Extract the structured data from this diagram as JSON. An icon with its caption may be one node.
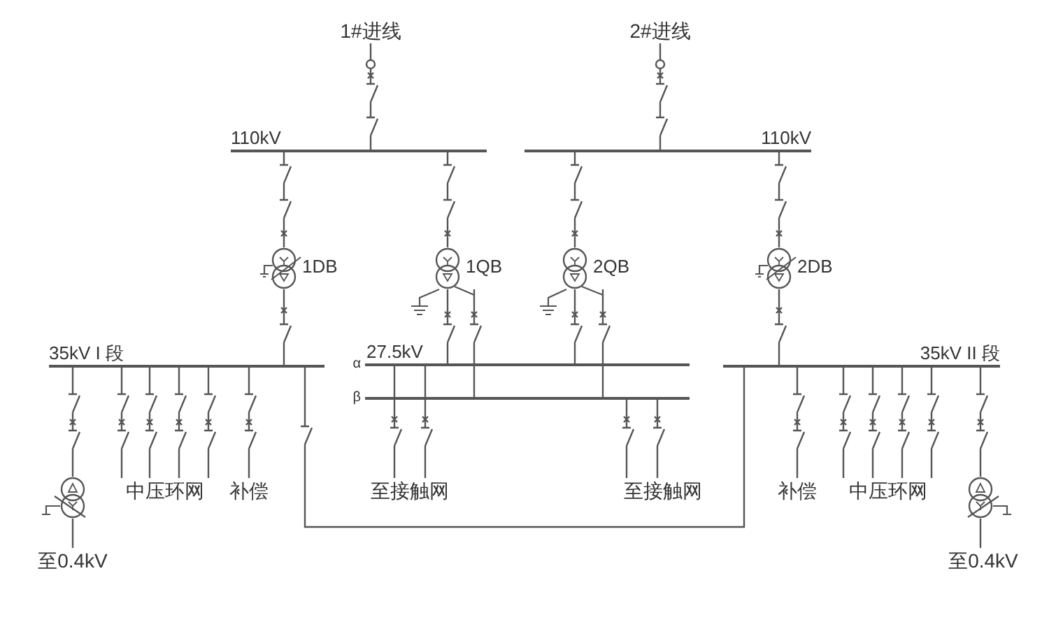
{
  "diagram": {
    "nodes": [
      {
        "text": [
          "1#进线"
        ]
      },
      {
        "text": [
          "2#进线"
        ]
      },
      {
        "text": [
          "110kV"
        ]
      },
      {
        "text": [
          "110kV"
        ]
      },
      {
        "text": [
          "1DB"
        ]
      },
      {
        "text": [
          "1QB"
        ]
      },
      {
        "text": [
          "2QB"
        ]
      },
      {
        "text": [
          "2DB"
        ]
      },
      {
        "text": [
          "35kV I 段"
        ]
      },
      {
        "text": [
          "α",
          "27.5kV"
        ]
      },
      {
        "text": [
          "β"
        ]
      },
      {
        "text": [
          "35kV II 段"
        ]
      },
      {
        "text": [],
        "shape": "circle"
      },
      {
        "text": [
          "至0.4kV"
        ]
      },
      {
        "text": [
          "中压环网"
        ]
      },
      {
        "text": [
          "补偿"
        ]
      },
      {
        "text": [
          "至接触网"
        ]
      },
      {
        "text": [
          "至接触网"
        ]
      },
      {
        "text": [
          "补偿"
        ]
      },
      {
        "text": [
          "中压环网"
        ]
      },
      {
        "text": [],
        "shape": "circle"
      },
      {
        "text": [
          "至0.4kV"
        ]
      }
    ],
    "edges": [
      {
        "from": 0,
        "to": 2,
        "arrow": "none"
      },
      {
        "from": 1,
        "to": 3,
        "arrow": "none"
      },
      {
        "from": 2,
        "to": 4,
        "arrow": "none"
      },
      {
        "from": 2,
        "to": 5,
        "arrow": "none"
      },
      {
        "from": 3,
        "to": 6,
        "arrow": "none"
      },
      {
        "from": 3,
        "to": 7,
        "arrow": "none"
      },
      {
        "from": 4,
        "to": 8,
        "arrow": "none"
      },
      {
        "from": 5,
        "to": 9,
        "arrow": "none"
      },
      {
        "from": 5,
        "to": 10,
        "arrow": "none"
      },
      {
        "from": 6,
        "to": 9,
        "arrow": "none"
      },
      {
        "from": 6,
        "to": 10,
        "arrow": "none"
      },
      {
        "from": 7,
        "to": 11,
        "arrow": "none"
      },
      {
        "from": 8,
        "to": 12,
        "arrow": "none"
      },
      {
        "from": 12,
        "to": 13,
        "arrow": "none"
      },
      {
        "from": 8,
        "to": 14,
        "arrow": "none"
      },
      {
        "from": 8,
        "to": 14,
        "arrow": "none"
      },
      {
        "from": 8,
        "to": 14,
        "arrow": "none"
      },
      {
        "from": 8,
        "to": 14,
        "arrow": "none"
      },
      {
        "from": 8,
        "to": 15,
        "arrow": "none"
      },
      {
        "from": 8,
        "to": 11,
        "arrow": "none"
      },
      {
        "from": 9,
        "to": 16,
        "arrow": "none"
      },
      {
        "from": 9,
        "to": 16,
        "arrow": "none"
      },
      {
        "from": 10,
        "to": 17,
        "arrow": "none"
      },
      {
        "from": 10,
        "to": 17,
        "arrow": "none"
      },
      {
        "from": 11,
        "to": 18,
        "arrow": "none"
      },
      {
        "from": 11,
        "to": 19,
        "arrow": "none"
      },
      {
        "from": 11,
        "to": 19,
        "arrow": "none"
      },
      {
        "from": 11,
        "to": 19,
        "arrow": "none"
      },
      {
        "from": 11,
        "to": 19,
        "arrow": "none"
      },
      {
        "from": 11,
        "to": 20,
        "arrow": "none"
      },
      {
        "from": 20,
        "to": 21,
        "arrow": "none"
      }
    ]
  }
}
